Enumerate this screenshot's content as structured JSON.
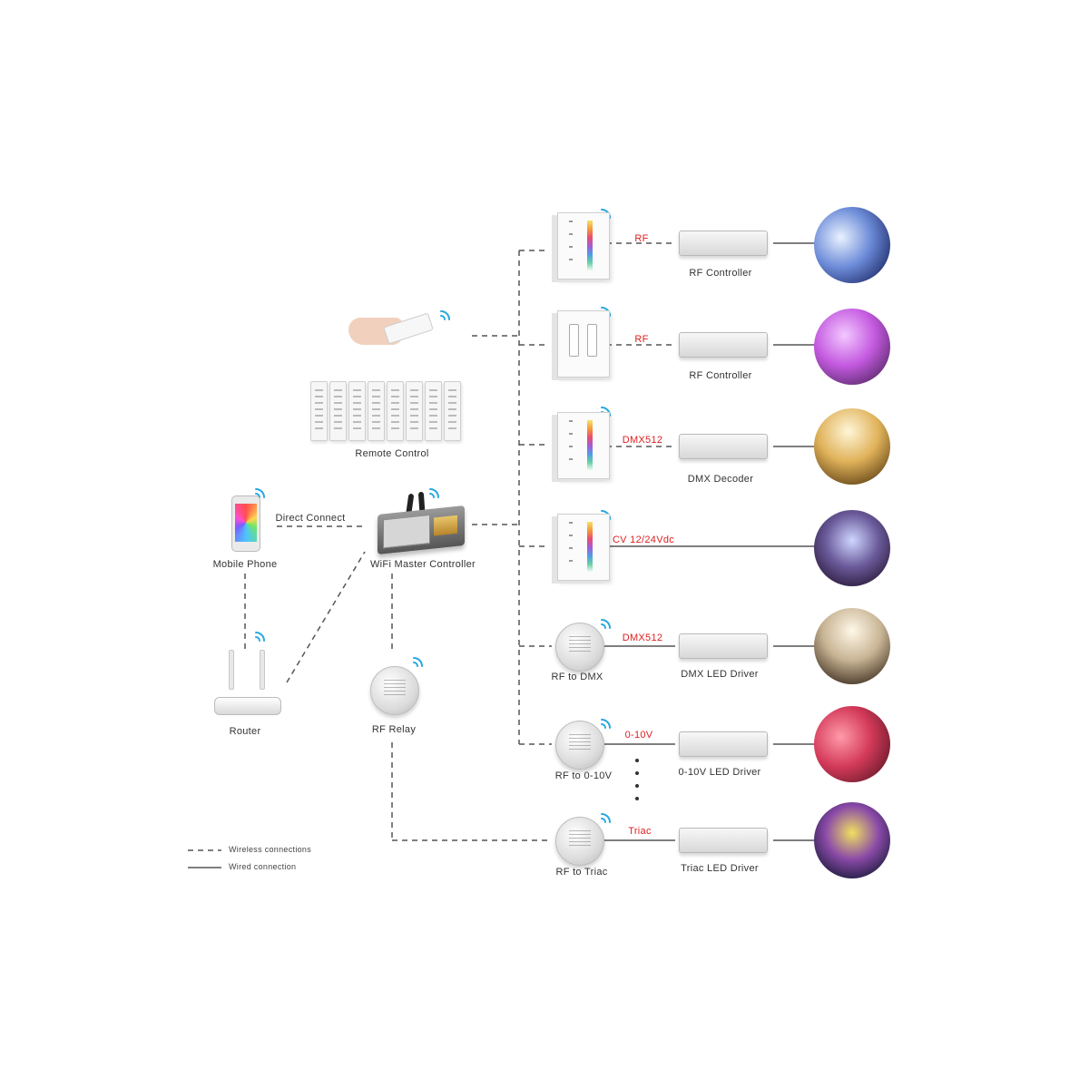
{
  "nodes": {
    "mobile_phone": "Mobile Phone",
    "router": "Router",
    "wifi_master_controller": "WiFi Master Controller",
    "rf_relay": "RF Relay",
    "remote_control": "Remote Control",
    "direct_connect": "Direct Connect"
  },
  "rows": [
    {
      "protocol": "RF",
      "device": "RF Controller",
      "source": ""
    },
    {
      "protocol": "RF",
      "device": "RF Controller",
      "source": ""
    },
    {
      "protocol": "DMX512",
      "device": "DMX Decoder",
      "source": ""
    },
    {
      "protocol": "CV 12/24Vdc",
      "device": "",
      "source": ""
    },
    {
      "protocol": "DMX512",
      "device": "DMX LED Driver",
      "source": "RF to DMX"
    },
    {
      "protocol": "0-10V",
      "device": "0-10V LED Driver",
      "source": "RF to 0-10V"
    },
    {
      "protocol": "Triac",
      "device": "Triac LED Driver",
      "source": "RF to Triac"
    }
  ],
  "legend": {
    "wireless": "Wireless connections",
    "wired": "Wired connection"
  },
  "colors": {
    "protocol_text": "#e02020",
    "line": "#555555",
    "wifi_signal": "#2aa8e0"
  },
  "icons": [
    "wifi-signal-icon"
  ]
}
